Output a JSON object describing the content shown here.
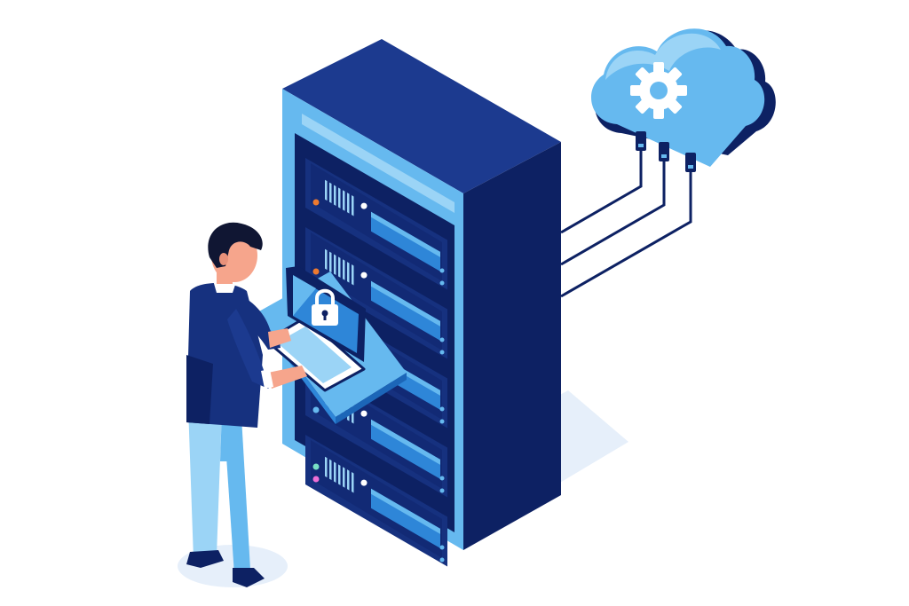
{
  "scene": {
    "background": "#ffffff",
    "palette": {
      "navy": "#0d2163",
      "navy_mid": "#16317f",
      "navy_light": "#1c3a8f",
      "blue": "#2e86d8",
      "sky": "#66b9ef",
      "sky_light": "#9bd4f6",
      "ice": "#cfeafc",
      "skin": "#f6a58c",
      "hair": "#101633",
      "shadow": "#e6effa",
      "led_orange": "#ee7a2f",
      "led_pink": "#ee6fd6",
      "led_green": "#79e0c5"
    },
    "icons": {
      "cloud": "cloud-gear-icon",
      "gear": "gear-icon",
      "lock": "padlock-icon",
      "server": "server-rack",
      "laptop": "laptop"
    },
    "server_units": 5
  }
}
